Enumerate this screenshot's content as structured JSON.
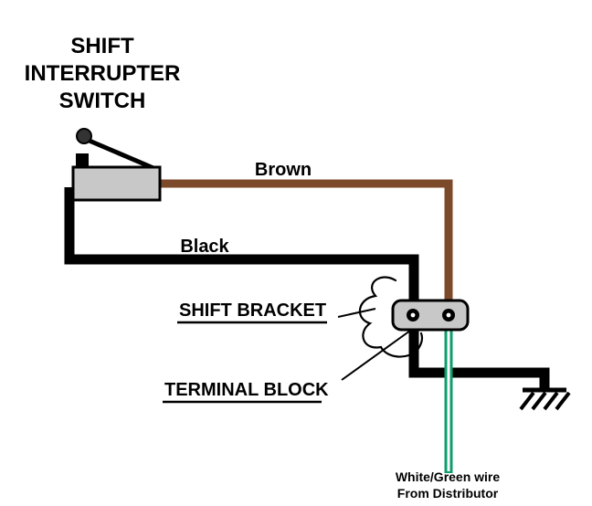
{
  "diagram": {
    "title_lines": [
      "SHIFT",
      "INTERRUPTER",
      "SWITCH"
    ],
    "labels": {
      "brown_wire": "Brown",
      "black_wire": "Black",
      "shift_bracket": "SHIFT BRACKET",
      "terminal_block": "TERMINAL BLOCK",
      "distributor_line1": "White/Green wire",
      "distributor_line2": "From Distributor"
    },
    "colors": {
      "background": "#FFFFFF",
      "black_wire": "#000000",
      "brown_wire": "#7C4A2B",
      "green_wire": "#0D9E6E",
      "white_stripe": "#FFFFFF",
      "component_fill": "#C8C8C8",
      "component_outline": "#000000",
      "pointer_line": "#000000",
      "text": "#000000"
    }
  }
}
